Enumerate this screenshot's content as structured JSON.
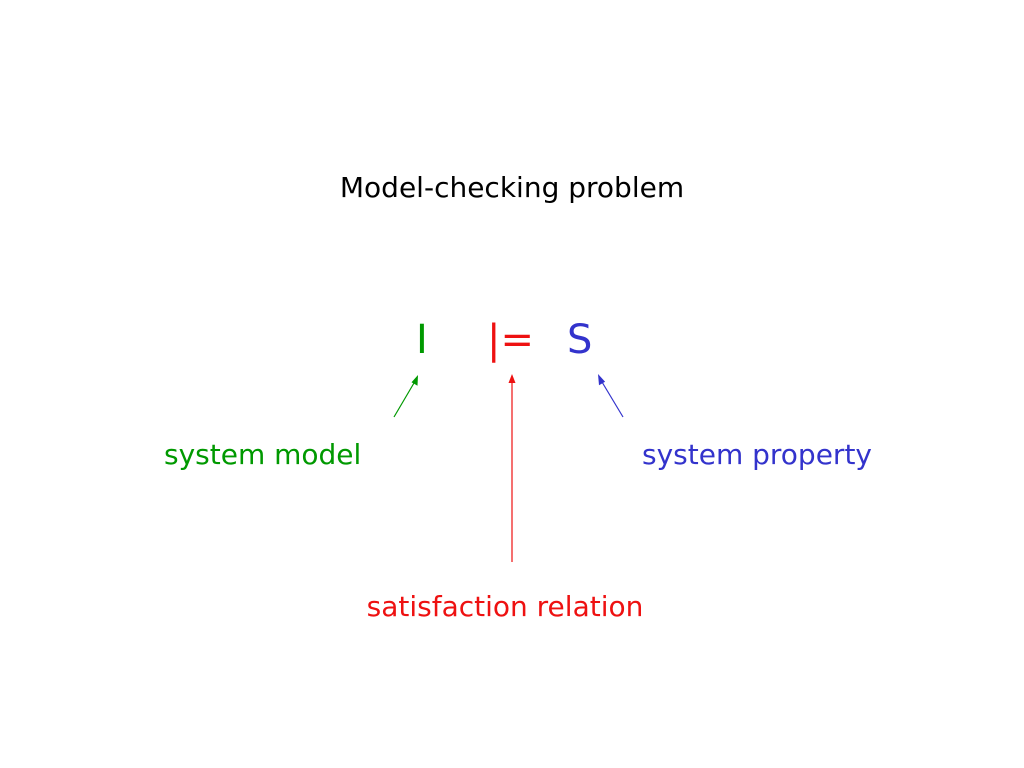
{
  "title": "Model-checking problem",
  "formula": {
    "implementation": "I",
    "relation": "|=",
    "specification": "S"
  },
  "labels": {
    "system_model": "system model",
    "satisfaction_relation": "satisfaction relation",
    "system_property": "system property"
  },
  "colors": {
    "title": "#000000",
    "model": "#009900",
    "relation": "#ee1111",
    "property": "#3333cc"
  }
}
